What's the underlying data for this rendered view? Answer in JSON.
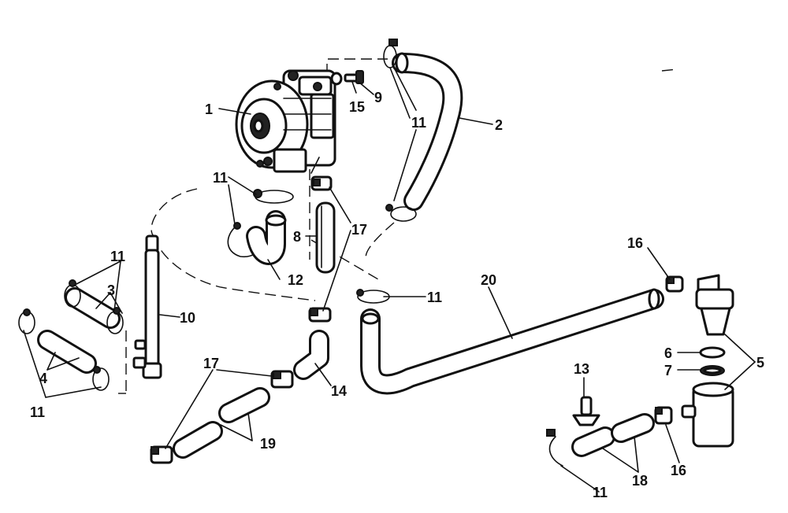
{
  "diagram": {
    "callouts": [
      {
        "id": "c1",
        "text": "1"
      },
      {
        "id": "c2",
        "text": "2"
      },
      {
        "id": "c3",
        "text": "3"
      },
      {
        "id": "c4",
        "text": "4"
      },
      {
        "id": "c5",
        "text": "5"
      },
      {
        "id": "c6",
        "text": "6"
      },
      {
        "id": "c7",
        "text": "7"
      },
      {
        "id": "c8",
        "text": "8"
      },
      {
        "id": "c9",
        "text": "9"
      },
      {
        "id": "c10",
        "text": "10"
      },
      {
        "id": "c11a",
        "text": "11"
      },
      {
        "id": "c11b",
        "text": "11"
      },
      {
        "id": "c11c",
        "text": "11"
      },
      {
        "id": "c11d",
        "text": "11"
      },
      {
        "id": "c11e",
        "text": "11"
      },
      {
        "id": "c11f",
        "text": "11"
      },
      {
        "id": "c12",
        "text": "12"
      },
      {
        "id": "c13",
        "text": "13"
      },
      {
        "id": "c14",
        "text": "14"
      },
      {
        "id": "c15",
        "text": "15"
      },
      {
        "id": "c16a",
        "text": "16"
      },
      {
        "id": "c16b",
        "text": "16"
      },
      {
        "id": "c17a",
        "text": "17"
      },
      {
        "id": "c17b",
        "text": "17"
      },
      {
        "id": "c18",
        "text": "18"
      },
      {
        "id": "c19",
        "text": "19"
      },
      {
        "id": "c20",
        "text": "20"
      }
    ]
  }
}
